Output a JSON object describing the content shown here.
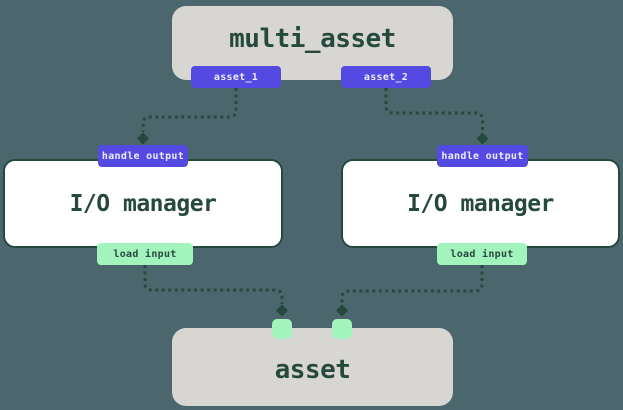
{
  "colors": {
    "background": "#4C666E",
    "node_gray": "#D7D6D3",
    "node_white": "#FFFFFF",
    "ink_dark_green": "#26493E",
    "badge_purple": "#544AE1",
    "badge_purple_text": "#EDECFA",
    "badge_mint": "#A3F3BC",
    "edge_stroke": "#26493E"
  },
  "diagram": {
    "multi_asset": {
      "title": "multi_asset",
      "outputs": [
        {
          "label": "asset_1"
        },
        {
          "label": "asset_2"
        }
      ]
    },
    "io_managers": [
      {
        "title": "I/O manager",
        "top_badge": "handle output",
        "bottom_badge": "load input"
      },
      {
        "title": "I/O manager",
        "top_badge": "handle output",
        "bottom_badge": "load input"
      }
    ],
    "asset": {
      "title": "asset",
      "input_port_count": 2
    },
    "edges": [
      {
        "from": "multi_asset.asset_1",
        "to": "io_manager_left.handle_output",
        "style": "dashed",
        "arrowhead": "diamond"
      },
      {
        "from": "multi_asset.asset_2",
        "to": "io_manager_right.handle_output",
        "style": "dashed",
        "arrowhead": "diamond"
      },
      {
        "from": "io_manager_left.load_input",
        "to": "asset.input_port_1",
        "style": "dashed",
        "arrowhead": "diamond"
      },
      {
        "from": "io_manager_right.load_input",
        "to": "asset.input_port_2",
        "style": "dashed",
        "arrowhead": "diamond"
      }
    ]
  }
}
